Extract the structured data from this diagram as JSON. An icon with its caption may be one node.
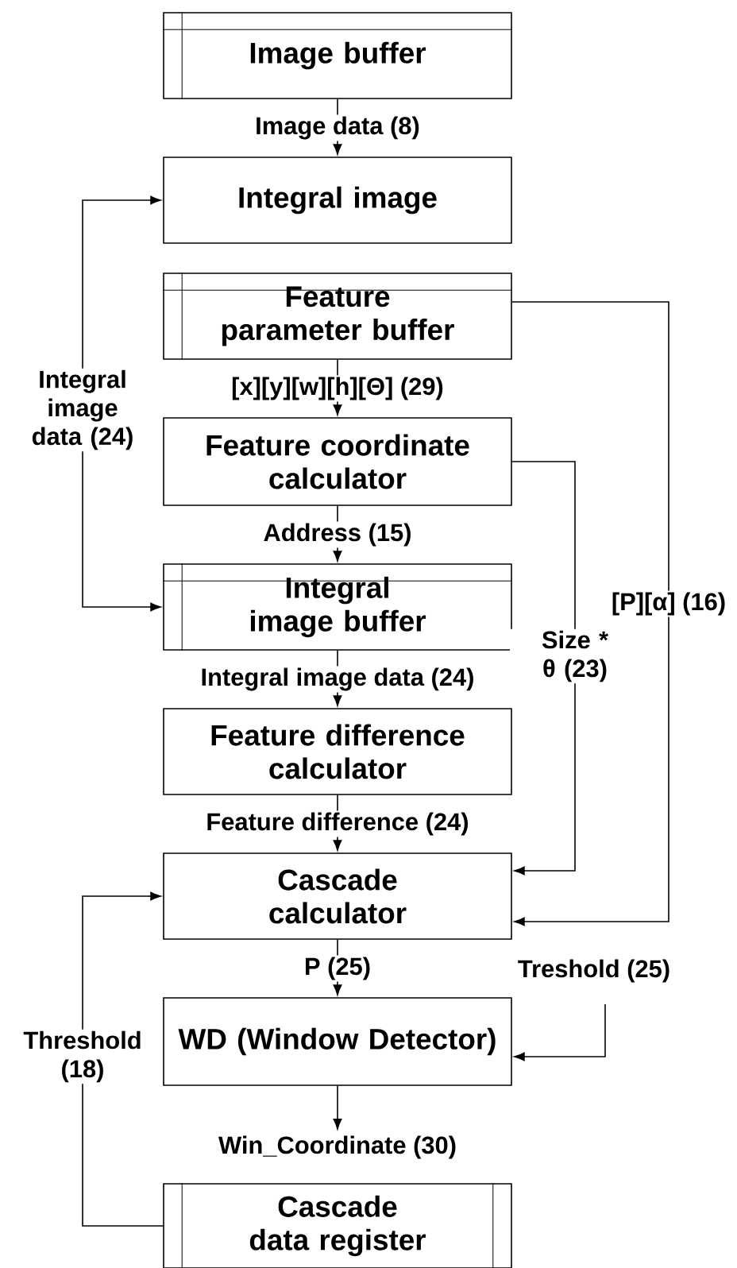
{
  "diagram": {
    "nodes": [
      {
        "text": [
          "Image buffer"
        ]
      },
      {
        "text": [
          "Integral image"
        ]
      },
      {
        "text": [
          "Feature parameter buffer"
        ]
      },
      {
        "text": [
          "Feature coordinate calculator"
        ]
      },
      {
        "text": [
          "Integral image buffer"
        ]
      },
      {
        "text": [
          "Feature difference calculator"
        ]
      },
      {
        "text": [
          "Cascade calculator"
        ]
      },
      {
        "text": [
          "WD (Window Detector)"
        ]
      },
      {
        "text": [
          "Cascade data register"
        ]
      }
    ],
    "edges": [
      {
        "from": 0,
        "to": 1,
        "arrow": "to",
        "label": "Image data (8)"
      },
      {
        "from": 1,
        "to": 4,
        "arrow": "both",
        "label": "Integral image data (24)"
      },
      {
        "from": 2,
        "to": 3,
        "arrow": "to",
        "label": "[x][y][w][h][Θ] (29)"
      },
      {
        "from": 2,
        "to": 6,
        "arrow": "to",
        "label": "[P][α] (16)"
      },
      {
        "from": 3,
        "to": 4,
        "arrow": "to",
        "label": "Address (15)"
      },
      {
        "from": 3,
        "to": 6,
        "arrow": "to",
        "label": "Size * θ (23)"
      },
      {
        "from": 4,
        "to": 5,
        "arrow": "to",
        "label": "Integral image data (24)"
      },
      {
        "from": 5,
        "to": 6,
        "arrow": "to",
        "label": "Feature difference (24)"
      },
      {
        "from": 6,
        "to": 7,
        "arrow": "to",
        "label": "P (25)"
      },
      {
        "from": null,
        "to": 7,
        "arrow": "to",
        "label": "Treshold (25)"
      },
      {
        "from": 7,
        "to": null,
        "arrow": "to",
        "label": "Win_Coordinate (30)"
      },
      {
        "from": 8,
        "to": 6,
        "arrow": "to",
        "label": "Threshold (18)"
      }
    ]
  }
}
